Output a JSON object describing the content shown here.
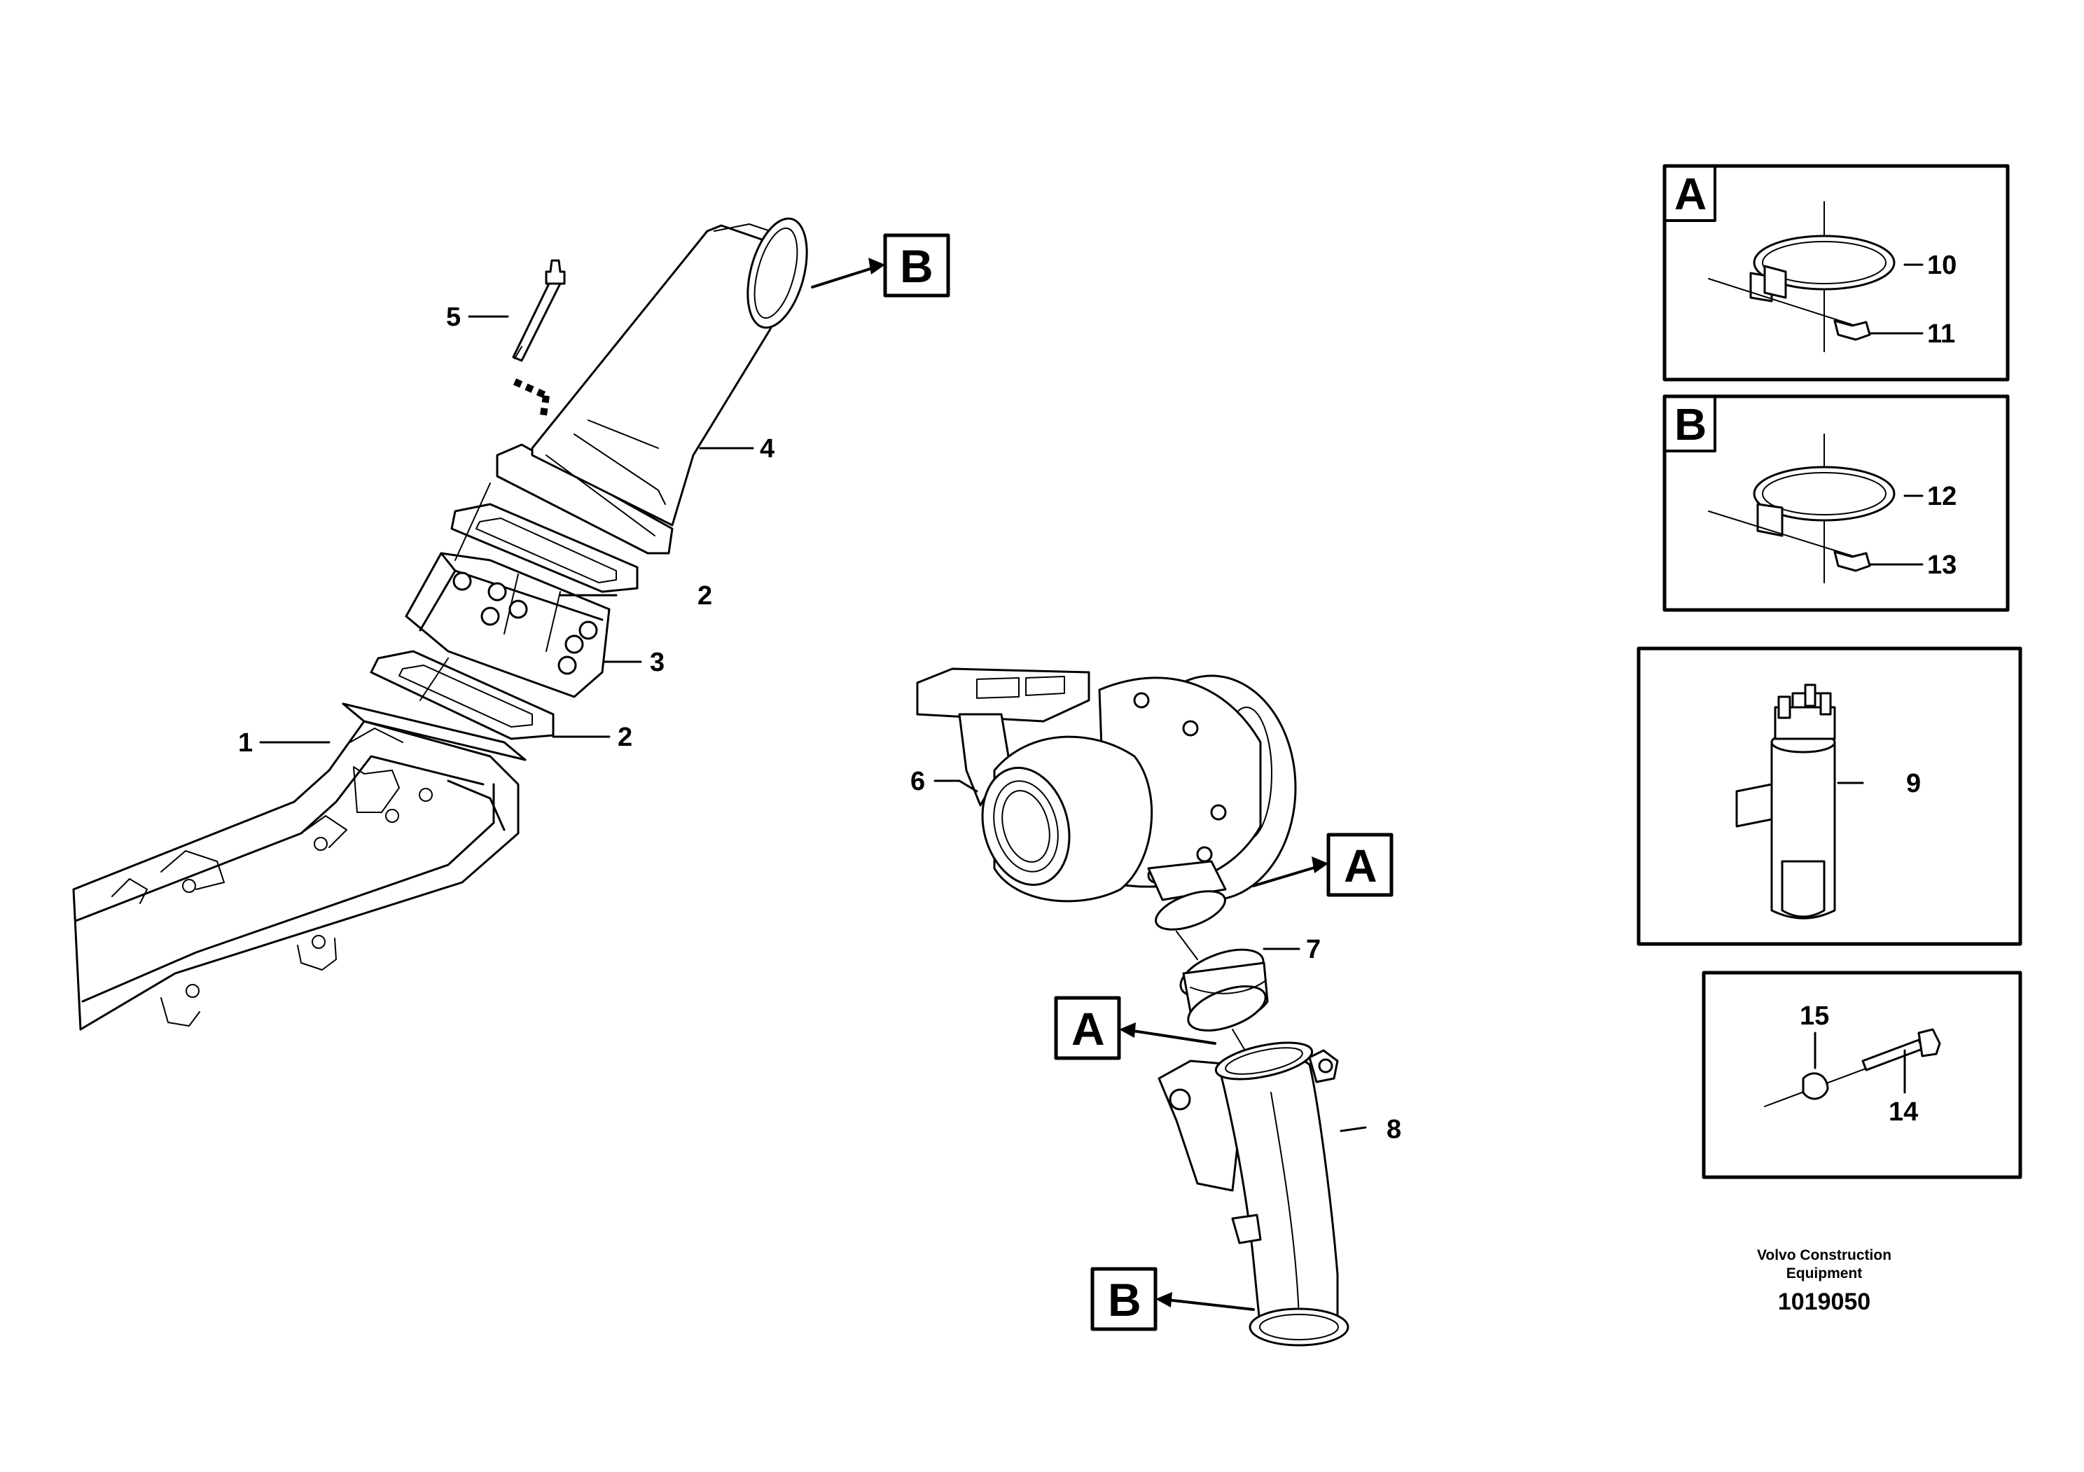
{
  "callouts": {
    "c1": "1",
    "c2a": "2",
    "c2b": "2",
    "c3": "3",
    "c4": "4",
    "c5": "5",
    "c6": "6",
    "c7": "7",
    "c8": "8",
    "c9": "9",
    "c10": "10",
    "c11": "11",
    "c12": "12",
    "c13": "13",
    "c14": "14",
    "c15": "15"
  },
  "reference_markers": {
    "b_top": "B",
    "a_turbo": "A",
    "a_pipe": "A",
    "b_bottom": "B"
  },
  "detail_panels": {
    "panel_a": "A",
    "panel_b": "B"
  },
  "footer": {
    "maker_line1": "Volvo Construction",
    "maker_line2": "Equipment",
    "doc_number": "1019050"
  }
}
